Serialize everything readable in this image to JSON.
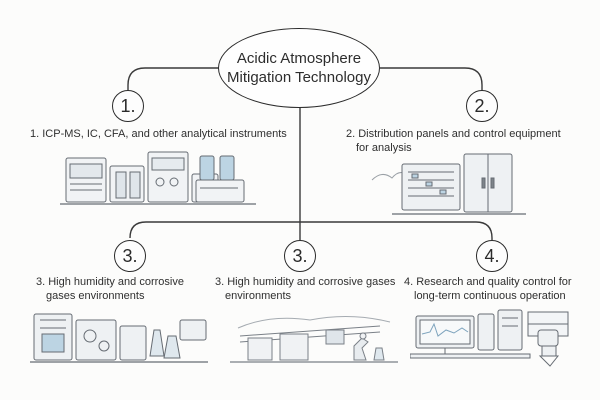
{
  "center": {
    "line1": "Acidic Atmosphere",
    "line2": "Mitigation Technology"
  },
  "branches": [
    {
      "number": "1.",
      "label_lines": [
        "1. ICP-MS, IC, CFA, and other analytical instruments"
      ],
      "illustration": "laboratory-instruments"
    },
    {
      "number": "2.",
      "label_lines": [
        "2. Distribution panels and control equipment",
        "for analysis"
      ],
      "illustration": "distribution-panel-cabinet"
    },
    {
      "number": "3.",
      "label_lines": [
        "3. High humidity and corrosive",
        "gases environments"
      ],
      "illustration": "industrial-equipment"
    },
    {
      "number": "3.",
      "label_lines": [
        "3. High humidity and corrosive gases",
        "environments"
      ],
      "illustration": "industrial-plant-microscope"
    },
    {
      "number": "4.",
      "label_lines": [
        "4. Research and quality control for",
        "long-term continuous operation"
      ],
      "illustration": "research-workstation"
    }
  ],
  "colors": {
    "line": "#3a3a3a",
    "sketch": "#6b7178",
    "accent_blue": "#8fb4cc"
  }
}
